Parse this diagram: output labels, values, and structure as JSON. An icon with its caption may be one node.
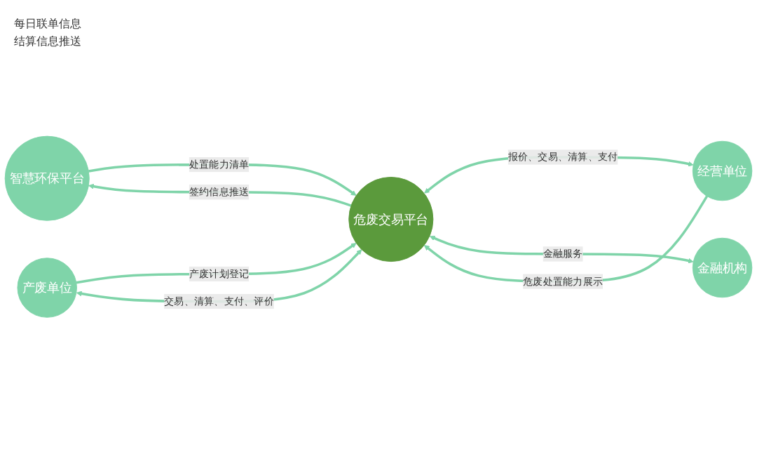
{
  "diagram": {
    "nodes": [
      {
        "text": [
          "智慧环保平台"
        ]
      },
      {
        "text": [
          "产废单位"
        ]
      },
      {
        "text": [
          "危废交易平台"
        ]
      },
      {
        "text": [
          "经营单位"
        ]
      },
      {
        "text": [
          "金融机构"
        ]
      }
    ],
    "edges": [
      {
        "from": 0,
        "to": 2,
        "arrow": "to",
        "label": "处置能力清单"
      },
      {
        "from": 2,
        "to": 0,
        "arrow": "to",
        "label": "签约信息推送"
      },
      {
        "from": 1,
        "to": 2,
        "arrow": "to",
        "label": "产废计划登记"
      },
      {
        "from": 1,
        "to": 2,
        "arrow": "both",
        "label": "交易、清算、支付、评价"
      },
      {
        "from": 3,
        "to": 2,
        "arrow": "to",
        "label": "危废处置能力展示"
      },
      {
        "from": 2,
        "to": 3,
        "arrow": "both",
        "label": "报价、交易、清算、支付"
      },
      {
        "from": 2,
        "to": 4,
        "arrow": "both",
        "label": "金融服务"
      }
    ],
    "labels": [
      "每日联单信息",
      "结算信息推送"
    ]
  }
}
